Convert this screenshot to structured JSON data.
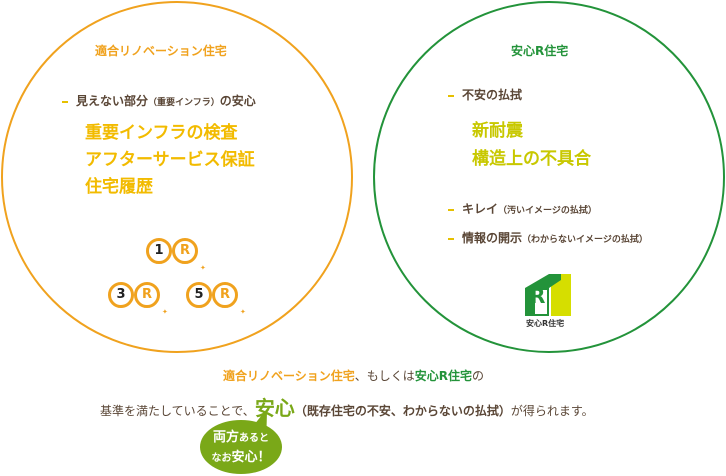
{
  "left": {
    "title": "適合リノベーション住宅",
    "bullet_main": "見えない部分",
    "bullet_paren": "（重要インフラ）",
    "bullet_tail": "の安心",
    "items": [
      "重要インフラの検査",
      "アフターサービス保証",
      "住宅履歴"
    ],
    "badges": [
      "1",
      "3",
      "5"
    ],
    "badge_letter": "R",
    "color": "#f0a21e",
    "item_color": "#f2bb00"
  },
  "right": {
    "title": "安心R住宅",
    "bullet1": "不安の払拭",
    "items": [
      "新耐震",
      "構造上の不具合"
    ],
    "bullet2_main": "キレイ",
    "bullet2_paren": "（汚いイメージの払拭）",
    "bullet3_main": "情報の開示",
    "bullet3_paren": "（わからないイメージの払拭）",
    "logo_letter": "R",
    "logo_caption": "安心R住宅",
    "color": "#23933a",
    "item_color": "#c8c800"
  },
  "footer": {
    "line1_a": "適合リノベーション住宅",
    "line1_b": "、もしくは",
    "line1_c": "安心R住宅",
    "line1_d": "の",
    "line2_a": "基準を満たしていることで、",
    "line2_big": "安心",
    "line2_paren": "（既存住宅の不安、わからないの払拭）",
    "line2_end": "が得られます。",
    "bubble_line1_bold": "両方",
    "bubble_line1_rest": "あると",
    "bubble_line2_a": "なお",
    "bubble_line2_b": "安心！"
  }
}
